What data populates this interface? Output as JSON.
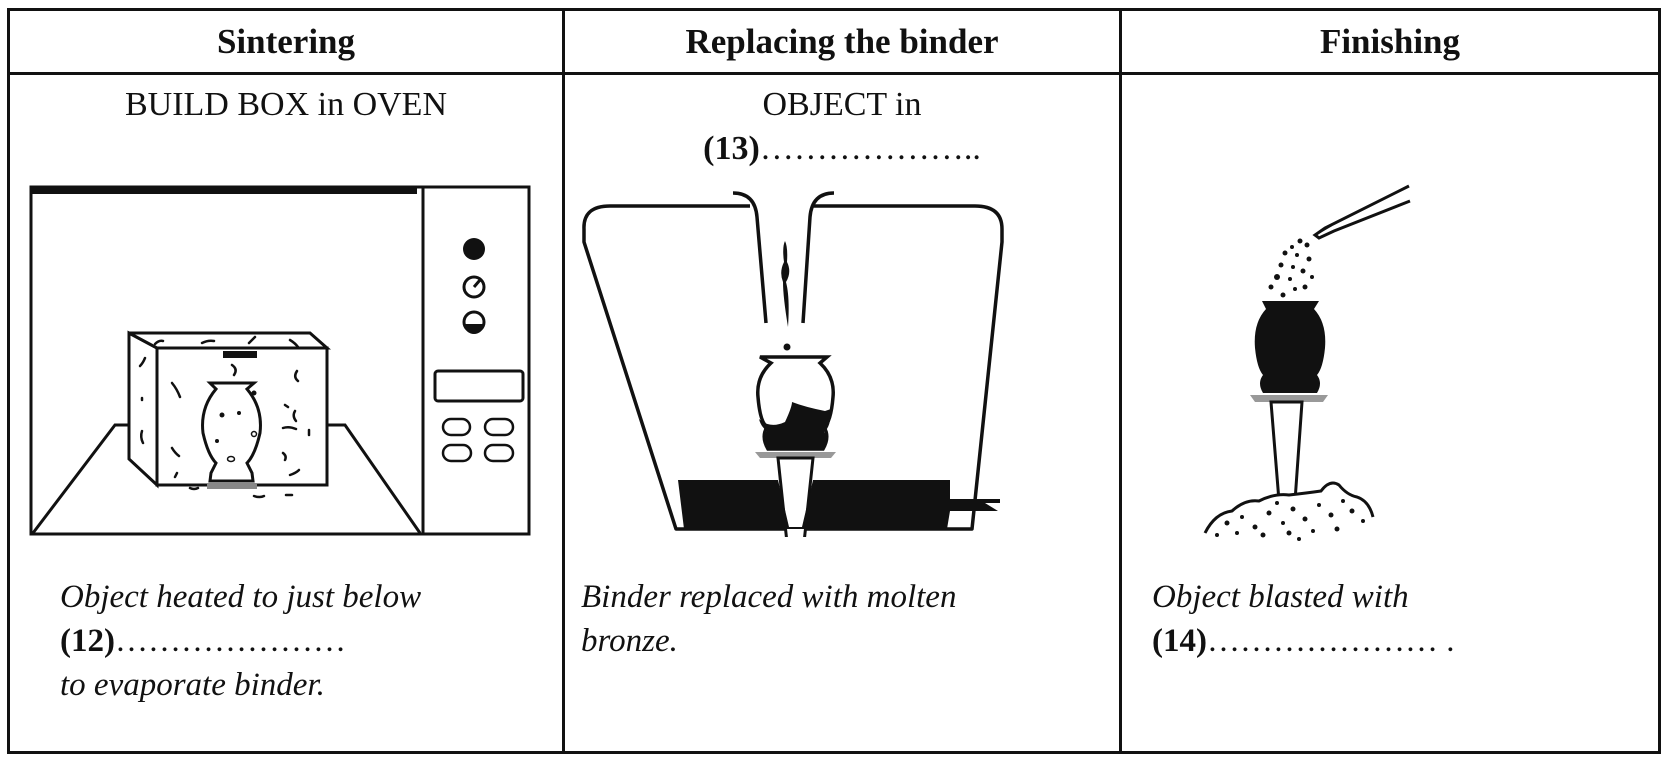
{
  "table": {
    "columns": [
      {
        "header": "Sintering",
        "subtitle": "BUILD BOX in OVEN",
        "illustration": "oven-with-build-box-icon",
        "caption_lines": [
          "Object heated to just below"
        ],
        "blank_number": "(12)",
        "blank_dots": "…………………",
        "caption_after": "to evaporate binder."
      },
      {
        "header": "Replacing the binder",
        "subtitle_line1": "OBJECT in",
        "blank_number": "(13)",
        "blank_dots": "………………..",
        "illustration": "furnace-with-molten-bronze-icon",
        "caption_lines": [
          "Binder replaced with molten",
          "bronze."
        ]
      },
      {
        "header": "Finishing",
        "illustration": "object-sandblasted-icon",
        "caption_lines": [
          "Object blasted with"
        ],
        "blank_number": "(14)",
        "blank_dots": "………………… ."
      }
    ]
  }
}
